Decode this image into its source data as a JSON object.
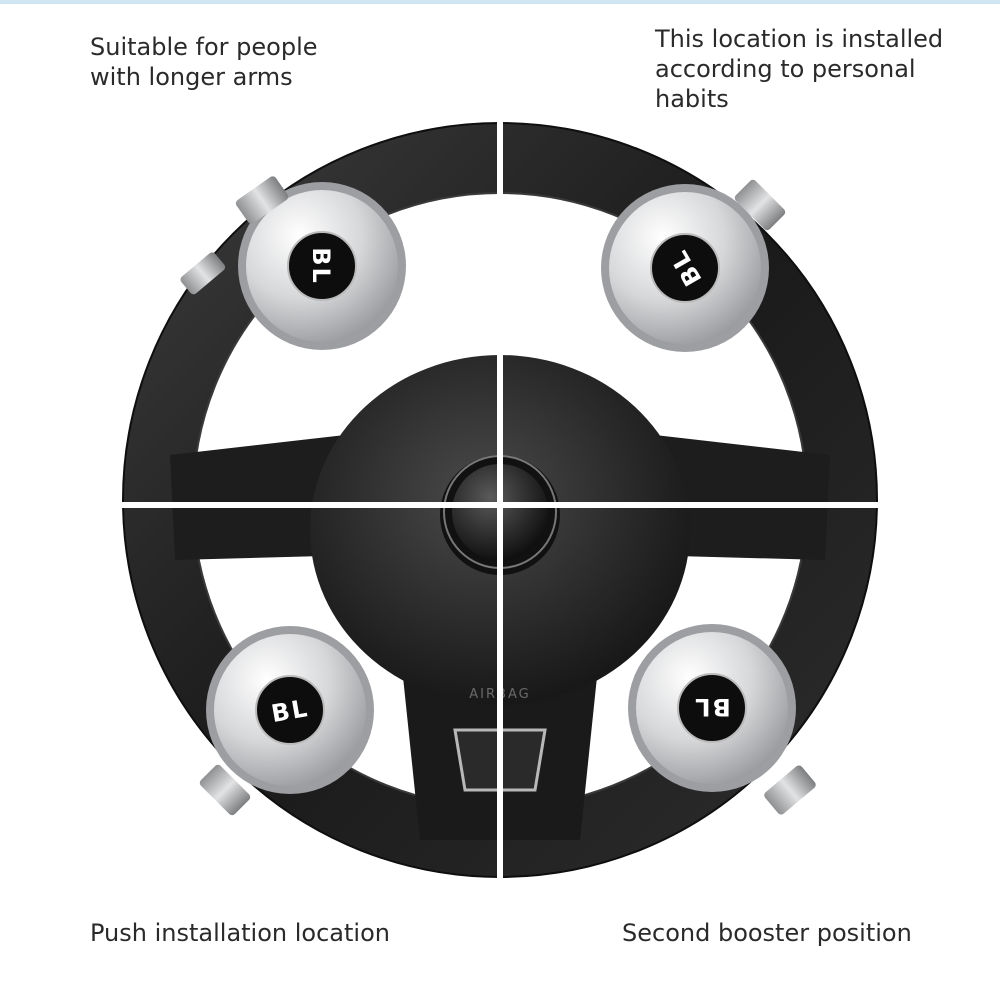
{
  "captions": {
    "top_left": "Suitable for people\nwith longer arms",
    "top_right": "This location is installed\naccording to personal\nhabits",
    "bottom_left": "Push installation location",
    "bottom_right": "Second booster position"
  },
  "knob_logo": "BL",
  "airbag_label": "AIRBAG",
  "colors": {
    "accent_bar": "#cfe6f2",
    "divider": "#ffffff",
    "wheel": "#1c1c1c",
    "knob_silver": "#d9dadc"
  }
}
